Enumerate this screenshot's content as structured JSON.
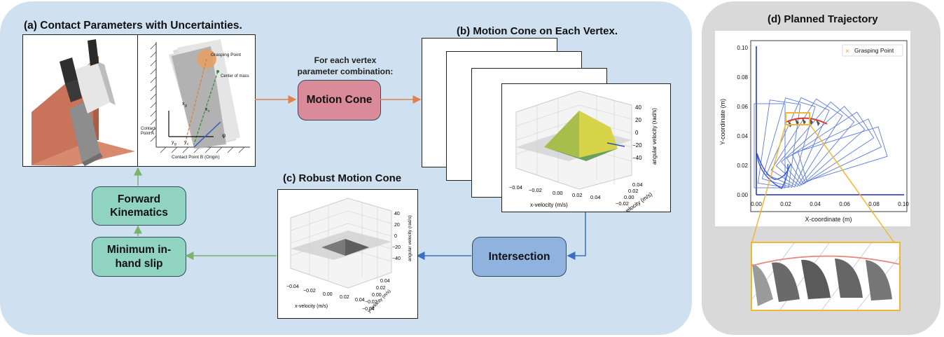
{
  "panels": {
    "a_title": "(a) Contact Parameters with Uncertainties.",
    "b_title": "(b) Motion Cone on Each Vertex.",
    "c_title": "(c) Robust Motion Cone",
    "d_title": "(d) Planned Trajectory"
  },
  "contact_fig": {
    "grasping_point": "Grasping Point",
    "center_of_mass": "Center of mass",
    "contact_a": "Contact\nPoint A",
    "contact_b": "Contact Point B (Origin)",
    "labels": [
      "x_g",
      "x_c",
      "y_g",
      "y_c",
      "x",
      "y",
      "φ"
    ]
  },
  "flow": {
    "vertex_note_1": "For each vertex",
    "vertex_note_2": "parameter combination:",
    "motion_cone": "Motion Cone",
    "intersection": "Intersection",
    "forward_kinematics_1": "Forward",
    "forward_kinematics_2": "Kinematics",
    "min_slip_1": "Minimum in-",
    "min_slip_2": "hand slip"
  },
  "cone_plot": {
    "zlabel": "angular velocity (rad/s)",
    "xlabel": "x-velocity (m/s)",
    "ylabel": "y-velocity (m/s)",
    "zticks": [
      "40",
      "20",
      "0",
      "−20",
      "−40"
    ],
    "xticks": [
      "−0.04",
      "−0.02",
      "0.00",
      "0.02",
      "0.04"
    ],
    "yticks": [
      "0.04",
      "0.02",
      "0.00",
      "−0.02",
      "−0.04"
    ]
  },
  "trajectory_plot": {
    "xlabel": "X-coordinate (m)",
    "ylabel": "Y-coordinate (m)",
    "legend": "Grasping Point",
    "xticks": [
      "0.00",
      "0.02",
      "0.04",
      "0.06",
      "0.08",
      "0.10"
    ],
    "yticks": [
      "0.10",
      "0.08",
      "0.06",
      "0.04",
      "0.02",
      "0.00"
    ],
    "xlim": [
      0.0,
      0.1
    ],
    "ylim": [
      0.0,
      0.1
    ]
  },
  "colors": {
    "orange_arrow": "#e0834b",
    "blue_arrow": "#3a6fc4",
    "green_arrow": "#7ab36a",
    "highlight": "#f2b632"
  }
}
